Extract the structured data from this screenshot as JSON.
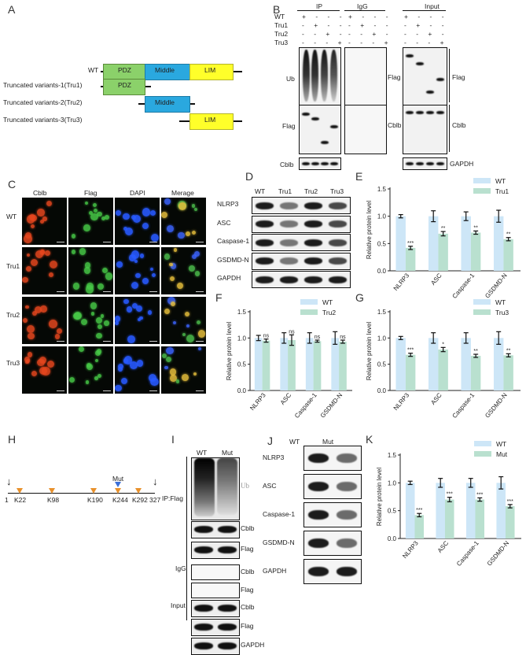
{
  "panels": {
    "A": {
      "label": "A",
      "wt": "WT",
      "domains": [
        "PDZ",
        "Middle",
        "LIM"
      ],
      "domain_colors": [
        "#8bd16a",
        "#2aa8df",
        "#ffff2a"
      ],
      "variants": [
        "Truncated variants-1(Tru1)",
        "Truncated variants-2(Tru2)",
        "Truncated variants-3(Tru3)"
      ]
    },
    "B": {
      "label": "B",
      "rows": [
        "WT",
        "Tru1",
        "Tru2",
        "Tru3"
      ],
      "signs": [
        "+ - - -",
        "- + - -",
        "- - + -",
        "- - - +"
      ],
      "groups": [
        "IP",
        "IgG",
        "Input"
      ],
      "ip_labels": [
        "Ub",
        "Flag",
        "Cblb"
      ],
      "side_labels": [
        "Flag",
        "Cblb"
      ],
      "input_labels": [
        "Flag",
        "Cblb",
        "GAPDH"
      ]
    },
    "C": {
      "label": "C",
      "cols": [
        "Cblb",
        "Flag",
        "DAPI",
        "Merage"
      ],
      "rows": [
        "WT",
        "Tru1",
        "Tru2",
        "Tru3"
      ]
    },
    "D": {
      "label": "D",
      "cols": [
        "WT",
        "Tru1",
        "Tru2",
        "Tru3"
      ],
      "rows": [
        "NLRP3",
        "ASC",
        "Caspase-1",
        "GSDMD-N",
        "GAPDH"
      ]
    },
    "H": {
      "label": "H",
      "start": "1",
      "end": "327",
      "sites": [
        "K22",
        "K98",
        "K190",
        "K244",
        "K292"
      ],
      "mut": "Mut"
    },
    "I": {
      "label": "I",
      "cols": [
        "WT",
        "Mut"
      ],
      "ub": "Ub",
      "ip": "IP:Flag",
      "igg": "IgG",
      "input": "Input",
      "rows_ip": [
        "Cblb",
        "Flag"
      ],
      "rows_igg": [
        "Cblb",
        "Flag"
      ],
      "rows_input": [
        "Cblb",
        "Flag",
        "GAPDH"
      ]
    },
    "J": {
      "label": "J",
      "cols": [
        "WT",
        "Mut"
      ],
      "rows": [
        "NLRP3",
        "ASC",
        "Caspase-1",
        "GSDMD-N",
        "GAPDH"
      ]
    }
  },
  "chart_data": [
    {
      "id": "E",
      "label": "E",
      "type": "bar",
      "categories": [
        "NLRP3",
        "ASC",
        "Caspase-1",
        "GSDMD-N"
      ],
      "series": [
        {
          "name": "WT",
          "values": [
            1.0,
            1.0,
            1.0,
            1.0
          ],
          "errors": [
            0.03,
            0.1,
            0.08,
            0.11
          ],
          "color": "#cde6f7"
        },
        {
          "name": "Tru1",
          "values": [
            0.42,
            0.68,
            0.7,
            0.58
          ],
          "errors": [
            0.03,
            0.04,
            0.03,
            0.03
          ],
          "color": "#b9e0cf"
        }
      ],
      "sig": [
        "***",
        "**",
        "**",
        "**"
      ],
      "ylabel": "Relative protein level",
      "ylim": [
        0,
        1.5
      ],
      "yticks": [
        "0.0",
        "0.5",
        "1.0",
        "1.5"
      ],
      "legend": "top-right"
    },
    {
      "id": "F",
      "label": "F",
      "type": "bar",
      "categories": [
        "NLRP3",
        "ASC",
        "Caspase-1",
        "GSDMD-N"
      ],
      "series": [
        {
          "name": "WT",
          "values": [
            1.0,
            1.0,
            1.0,
            1.0
          ],
          "errors": [
            0.05,
            0.1,
            0.1,
            0.12
          ],
          "color": "#cde6f7"
        },
        {
          "name": "Tru2",
          "values": [
            0.95,
            0.96,
            0.94,
            0.93
          ],
          "errors": [
            0.03,
            0.1,
            0.02,
            0.03
          ],
          "color": "#b9e0cf"
        }
      ],
      "sig": [
        "ns",
        "ns",
        "ns",
        "ns"
      ],
      "ylabel": "Relative protein level",
      "ylim": [
        0,
        1.5
      ],
      "yticks": [
        "0.0",
        "0.5",
        "1.0",
        "1.5"
      ],
      "legend": "top-right"
    },
    {
      "id": "G",
      "label": "G",
      "type": "bar",
      "categories": [
        "NLRP3",
        "ASC",
        "Caspase-1",
        "GSDMD-N"
      ],
      "series": [
        {
          "name": "WT",
          "values": [
            1.0,
            1.0,
            1.0,
            1.0
          ],
          "errors": [
            0.03,
            0.1,
            0.1,
            0.12
          ],
          "color": "#cde6f7"
        },
        {
          "name": "Tru3",
          "values": [
            0.68,
            0.78,
            0.66,
            0.67
          ],
          "errors": [
            0.03,
            0.04,
            0.03,
            0.03
          ],
          "color": "#b9e0cf"
        }
      ],
      "sig": [
        "***",
        "*",
        "**",
        "**"
      ],
      "ylabel": "Relative protein level",
      "ylim": [
        0,
        1.5
      ],
      "yticks": [
        "0.0",
        "0.5",
        "1.0",
        "1.5"
      ],
      "legend": "top-right"
    },
    {
      "id": "K",
      "label": "K",
      "type": "bar",
      "categories": [
        "NLRP3",
        "ASC",
        "Caspase-1",
        "GSDMD-N"
      ],
      "series": [
        {
          "name": "WT",
          "values": [
            1.0,
            1.0,
            1.0,
            1.0
          ],
          "errors": [
            0.03,
            0.08,
            0.08,
            0.11
          ],
          "color": "#cde6f7"
        },
        {
          "name": "Mut",
          "values": [
            0.42,
            0.7,
            0.7,
            0.58
          ],
          "errors": [
            0.03,
            0.04,
            0.03,
            0.03
          ],
          "color": "#b9e0cf"
        }
      ],
      "sig": [
        "***",
        "***",
        "***",
        "***"
      ],
      "ylabel": "Relative protein level",
      "ylim": [
        0,
        1.5
      ],
      "yticks": [
        "0.0",
        "0.5",
        "1.0",
        "1.5"
      ],
      "legend": "top-right"
    }
  ]
}
